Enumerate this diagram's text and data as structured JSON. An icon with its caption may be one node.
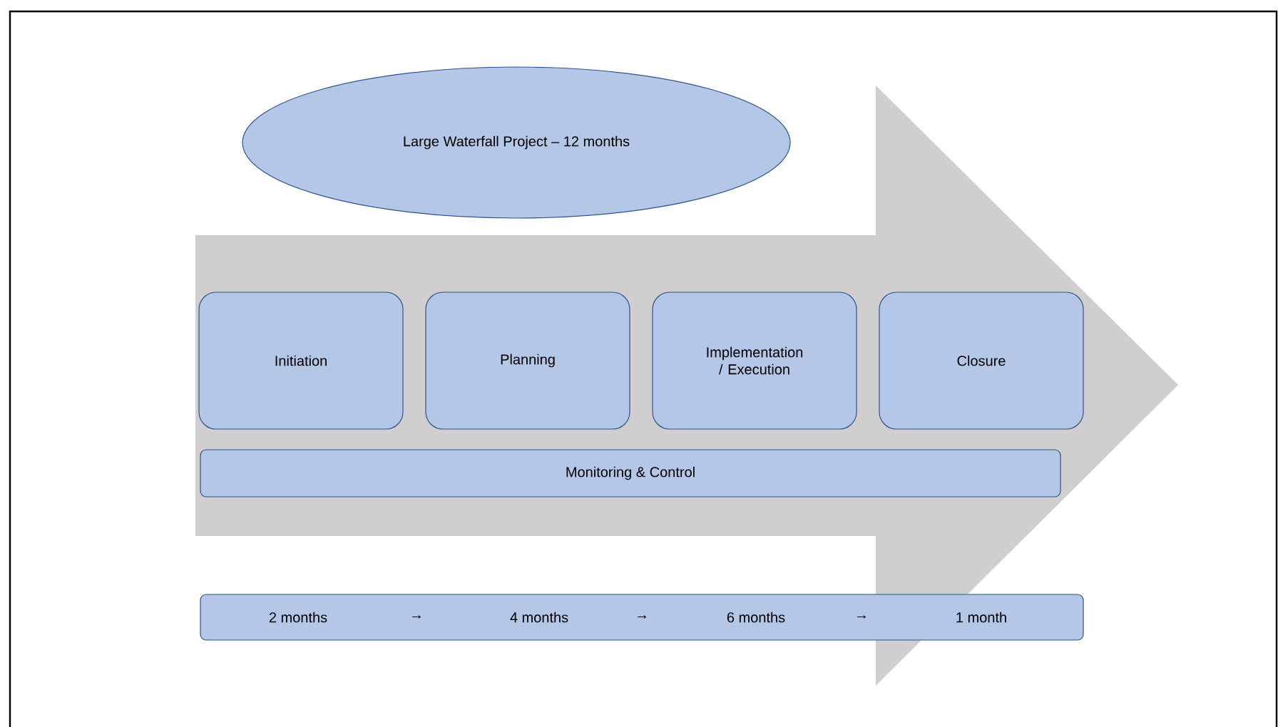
{
  "diagram": {
    "nodes": [
      {
        "text": [
          "Large Waterfall Project – 12 months"
        ]
      },
      {
        "text": [
          "Initiation"
        ]
      },
      {
        "text": [
          "Planning"
        ]
      },
      {
        "text": [
          "Implementation / Execution"
        ]
      },
      {
        "text": [
          "Closure"
        ]
      },
      {
        "text": [
          "Monitoring & Control"
        ]
      },
      {
        "text": [
          "2 months",
          "→",
          "4 months",
          "→",
          "6 months",
          "→",
          "1 month"
        ]
      }
    ]
  }
}
